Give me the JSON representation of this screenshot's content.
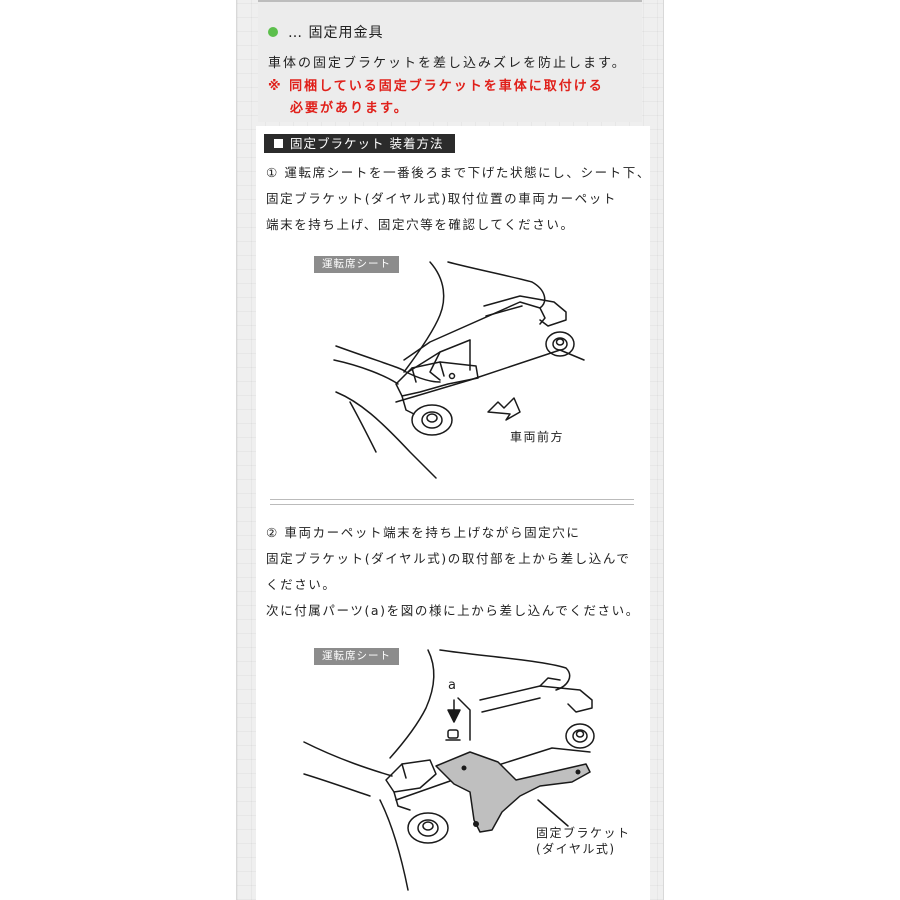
{
  "section": {
    "title": "… 固定用金具",
    "lead": "車体の固定ブラケットを差し込みズレを防止します。",
    "note_line1": "※ 同梱している固定ブラケットを車体に取付ける",
    "note_line2": "必要があります。"
  },
  "install": {
    "heading": "固定ブラケット 装着方法",
    "step1": {
      "lines": [
        "① 運転席シートを一番後ろまで下げた状態にし、シート下、",
        "固定ブラケット(ダイヤル式)取付位置の車両カーペット",
        "端末を持ち上げ、固定穴等を確認してください。"
      ],
      "figure": {
        "tag": "運転席シート",
        "direction_label": "車両前方"
      }
    },
    "step2": {
      "lines": [
        "② 車両カーペット端末を持ち上げながら固定穴に",
        "固定ブラケット(ダイヤル式)の取付部を上から差し込んで",
        "ください。",
        "次に付属パーツ(a)を図の様に上から差し込んでください。"
      ],
      "figure": {
        "tag": "運転席シート",
        "part_label": "a",
        "bracket_label_line1": "固定ブラケット",
        "bracket_label_line2": "(ダイヤル式)"
      }
    }
  },
  "colors": {
    "accent_green": "#5cbf4c",
    "warning_red": "#e0201a",
    "badge_dark": "#2b2b2b",
    "tag_gray": "#8c8c8c"
  }
}
